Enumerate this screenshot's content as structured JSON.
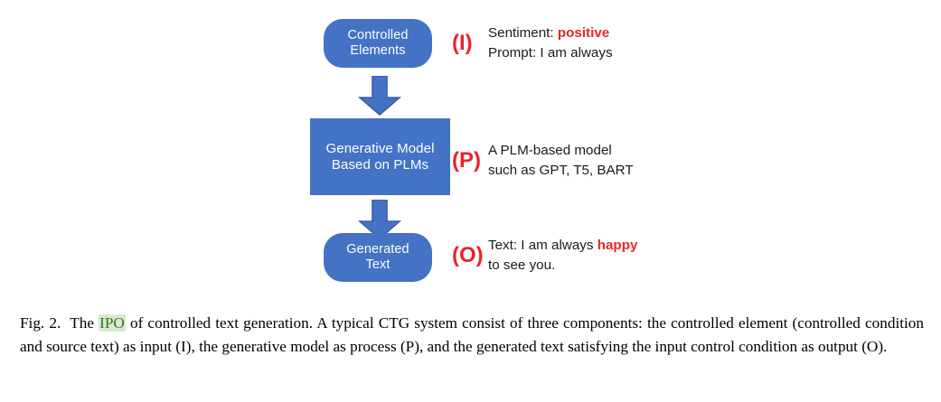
{
  "figure": {
    "nodes": [
      {
        "id": "controlled-elements",
        "line1": "Controlled",
        "line2": "Elements",
        "shape": "rounded-rect",
        "color": "#4472C4"
      },
      {
        "id": "generative-model",
        "line1": "Generative Model",
        "line2": "Based on PLMs",
        "shape": "rect",
        "color": "#4472C4"
      },
      {
        "id": "generated-text",
        "line1": "Generated",
        "line2": "Text",
        "shape": "rounded-rect",
        "color": "#4472C4"
      }
    ],
    "arrows": [
      {
        "id": "arrow-controlled-to-model",
        "direction": "down",
        "fill": "#4472C4",
        "stroke": "#3A5FA8"
      },
      {
        "id": "arrow-model-to-generated",
        "direction": "down",
        "fill": "#4472C4",
        "stroke": "#3A5FA8"
      }
    ],
    "annotations": [
      {
        "id": "input",
        "tag": "(I)",
        "line1_prefix": "Sentiment: ",
        "line1_highlight": "positive",
        "line1_suffix": "",
        "line2_prefix": "Prompt: I am always",
        "line2_highlight": "",
        "line2_suffix": ""
      },
      {
        "id": "process",
        "tag": "(P)",
        "line1_prefix": "A PLM-based model",
        "line1_highlight": "",
        "line1_suffix": "",
        "line2_prefix": "such as GPT, T5, BART",
        "line2_highlight": "",
        "line2_suffix": ""
      },
      {
        "id": "output",
        "tag": "(O)",
        "line1_prefix": "Text: I am always ",
        "line1_highlight": "happy",
        "line1_suffix": "",
        "line2_prefix": "to see you.",
        "line2_highlight": "",
        "line2_suffix": ""
      }
    ]
  },
  "caption": {
    "label": "Fig. 2.",
    "before_highlight": "The ",
    "highlight": "IPO",
    "after_highlight": " of controlled text generation. A typical CTG system consist of three components: the controlled element (controlled condition and source text) as input (I), the generative model as process (P), and the generated text satisfying the input control condition as output (O)."
  },
  "colors": {
    "node_blue": "#4472C4",
    "arrow_stroke": "#3A5FA8",
    "accent_red": "#E8252A",
    "highlight_bg_green": "#d9ead3",
    "highlight_text_green": "#38761d"
  }
}
